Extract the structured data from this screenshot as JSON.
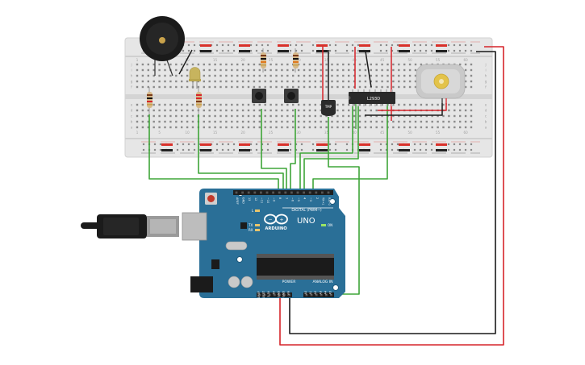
{
  "colors": {
    "board_blue": "#2a6f97",
    "breadboard": "#e4e4e4",
    "wire_green": "#3ea538",
    "wire_red": "#d6242a",
    "wire_black": "#1a1a1a",
    "rail_red": "#d9302a",
    "rail_black": "#222222",
    "header_black": "#1e1e1e"
  },
  "board": {
    "logo_text": "ARDUINO",
    "model": "UNO",
    "digital_label": "DIGITAL (PWM~)",
    "power_label": "POWER",
    "analog_label": "ANALOG IN",
    "led_on_label": "ON",
    "led_labels": [
      "L",
      "TX",
      "RX"
    ],
    "digital_pin_labels": [
      "AREF",
      "GND",
      "13",
      "12",
      "~11",
      "~10",
      "~9",
      "8",
      "7",
      "~6",
      "~5",
      "4",
      "~3",
      "2",
      "TX→1",
      "RX←0"
    ],
    "power_pin_labels": [
      "IOREF",
      "RESET",
      "3.3V",
      "5V",
      "GND",
      "GND",
      "Vin"
    ],
    "analog_pin_labels": [
      "A0",
      "A1",
      "A2",
      "A3",
      "A4",
      "A5"
    ]
  },
  "breadboard": {
    "column_numbers": [
      "1",
      "5",
      "10",
      "15",
      "20",
      "25",
      "30",
      "35",
      "40",
      "45",
      "50",
      "55",
      "60"
    ],
    "row_letters_top": [
      "j",
      "i",
      "h",
      "g",
      "f"
    ],
    "row_letters_bottom": [
      "e",
      "d",
      "c",
      "b",
      "a"
    ]
  },
  "components": {
    "driver_label": "L293D",
    "sensor_label": "TMP"
  }
}
